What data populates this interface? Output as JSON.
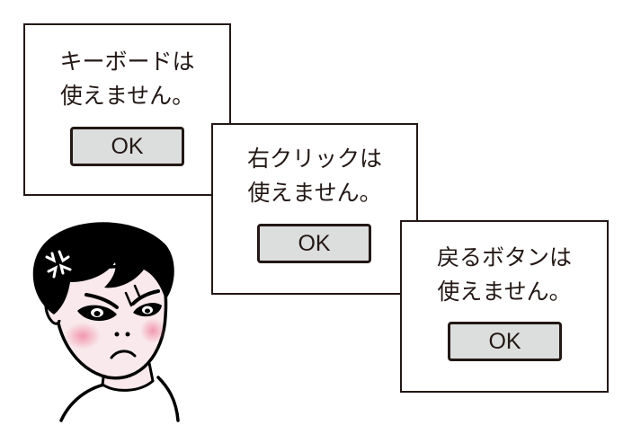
{
  "dialogs": [
    {
      "message_lines": [
        "キーボードは",
        "使えません。"
      ],
      "ok_label": "OK"
    },
    {
      "message_lines": [
        "右クリックは",
        "使えません。"
      ],
      "ok_label": "OK"
    },
    {
      "message_lines": [
        "戻るボタンは",
        "使えません。"
      ],
      "ok_label": "OK"
    }
  ],
  "colors": {
    "outline": "#231815",
    "button_fill": "#dcdddd",
    "dialog_fill": "#ffffff",
    "skin": "#f9e9ec",
    "cheek": "#f08fa8",
    "hair": "#000000"
  },
  "icons": [
    "angry-vein-icon"
  ]
}
